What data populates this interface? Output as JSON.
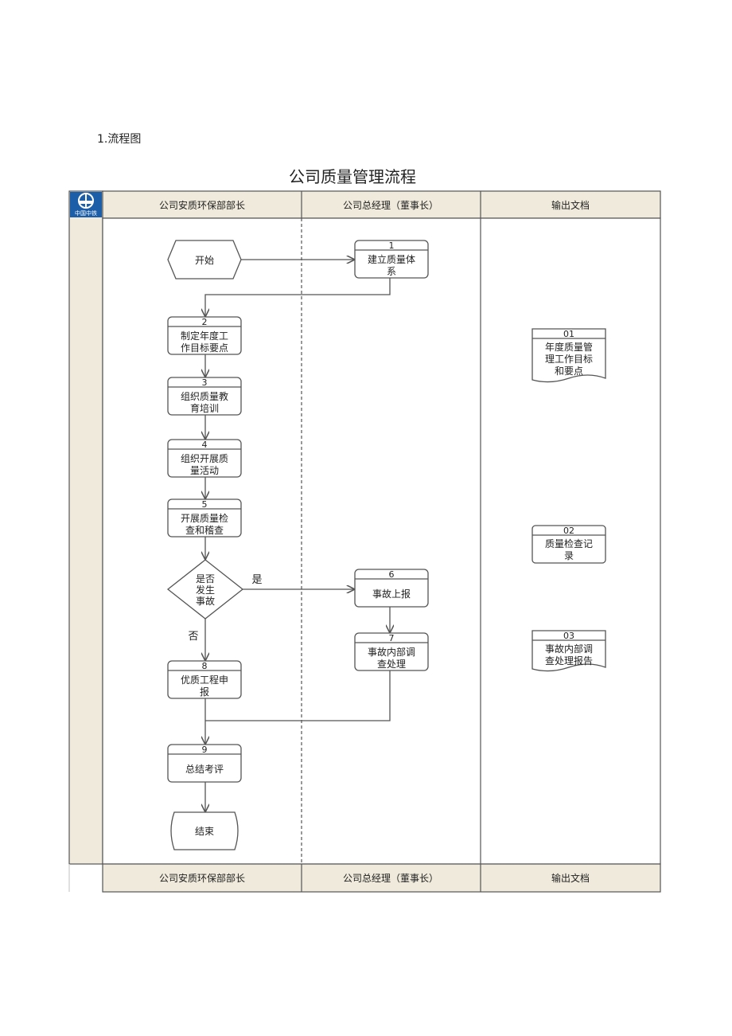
{
  "section_title": "1.流程图",
  "diagram_title": "公司质量管理流程",
  "logo": {
    "text": "中国中铁",
    "mark": "CREC"
  },
  "lanes": [
    "公司安质环保部部长",
    "公司总经理（董事长）",
    "输出文档"
  ],
  "footer_lanes": [
    "公司安质环保部部长",
    "公司总经理（董事长）",
    "输出文档"
  ],
  "colors": {
    "header_bg": "#efeadb",
    "line": "#555555",
    "logo_blue": "#1c5fa8"
  },
  "nodes": {
    "start": {
      "lines": [
        "开始"
      ]
    },
    "n1": {
      "num": "1",
      "lines": [
        "建立质量体",
        "系"
      ]
    },
    "n2": {
      "num": "2",
      "lines": [
        "制定年度工",
        "作目标要点"
      ]
    },
    "n3": {
      "num": "3",
      "lines": [
        "组织质量教",
        "育培训"
      ]
    },
    "n4": {
      "num": "4",
      "lines": [
        "组织开展质",
        "量活动"
      ]
    },
    "n5": {
      "num": "5",
      "lines": [
        "开展质量检",
        "查和稽查"
      ]
    },
    "decision": {
      "lines": [
        "是否",
        "发生",
        "事故"
      ]
    },
    "n6": {
      "num": "6",
      "lines": [
        "事故上报"
      ]
    },
    "n7": {
      "num": "7",
      "lines": [
        "事故内部调",
        "查处理"
      ]
    },
    "n8": {
      "num": "8",
      "lines": [
        "优质工程申",
        "报"
      ]
    },
    "n9": {
      "num": "9",
      "lines": [
        "总结考评"
      ]
    },
    "end": {
      "lines": [
        "结束"
      ]
    }
  },
  "docs": {
    "d01": {
      "num": "01",
      "lines": [
        "年度质量管",
        "理工作目标",
        "和要点"
      ]
    },
    "d02": {
      "num": "02",
      "lines": [
        "质量检查记",
        "录"
      ]
    },
    "d03": {
      "num": "03",
      "lines": [
        "事故内部调",
        "查处理报告"
      ]
    }
  },
  "edge_labels": {
    "yes": "是",
    "no": "否"
  }
}
